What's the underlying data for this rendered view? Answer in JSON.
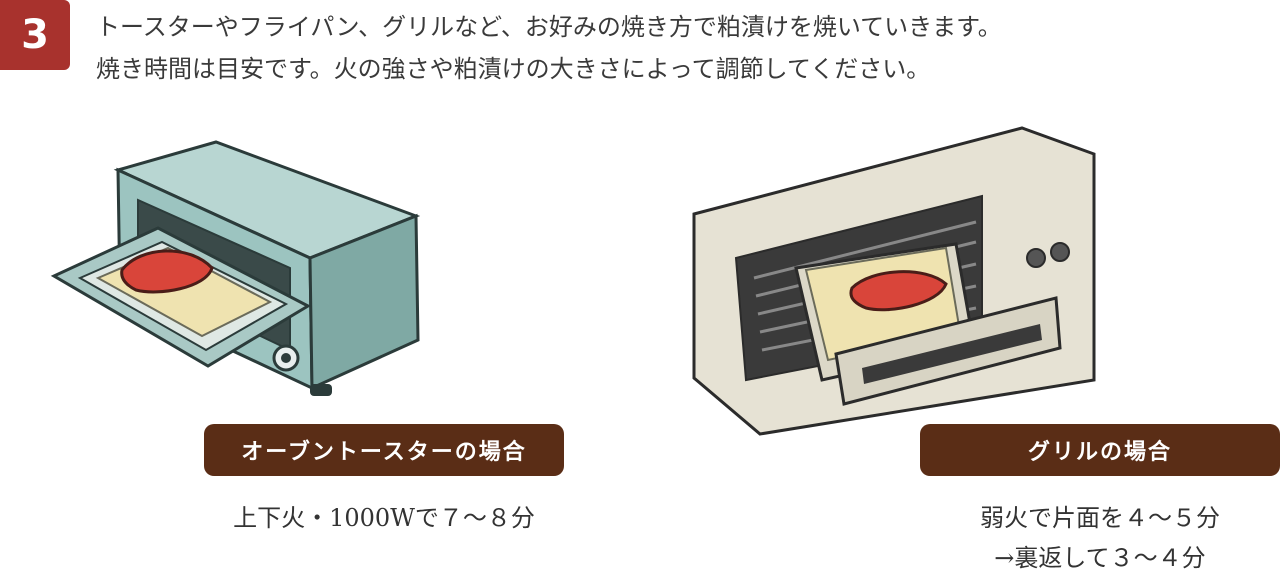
{
  "step": {
    "number": "3"
  },
  "instructions": {
    "line1": "トースターやフライパン、グリルなど、お好みの焼き方で粕漬けを焼いていきます。",
    "line2": "焼き時間は目安です。火の強さや粕漬けの大きさによって調節してください。"
  },
  "methods": {
    "toaster": {
      "label": "オーブントースターの場合",
      "detail": "上下火・1000Wで７〜８分"
    },
    "grill": {
      "label": "グリルの場合",
      "detail_line1": "弱火で片面を４〜５分",
      "detail_line2": "→裏返して３〜４分"
    }
  },
  "colors": {
    "badge": "#a8322d",
    "label_bg": "#5a2d16",
    "toaster_body": "#9cc4c0",
    "fish": "#d9453a",
    "paper": "#efe3b0"
  }
}
